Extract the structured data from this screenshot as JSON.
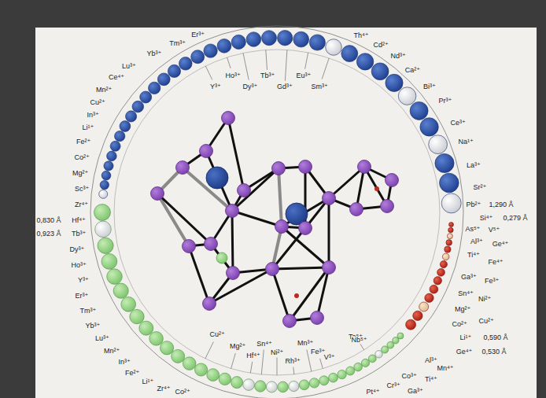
{
  "diagram": {
    "labels": [
      "Th⁴⁺",
      "Cd²⁺",
      "Nd³⁺",
      "Ca²⁺",
      "Bi³⁺",
      "Pr³⁺",
      "Ce³⁺",
      "Na¹⁺",
      "La³⁺",
      "Sr²⁺",
      "Pb²⁺",
      "1,290 Å",
      "Si⁴⁺",
      "0,279 Å",
      "As⁵⁺",
      "V⁵⁺",
      "Al³⁺",
      "Ge⁴⁺",
      "Ti⁴⁺",
      "Fe⁴⁺",
      "Ga³⁺",
      "Fe³⁺",
      "Sn⁴⁺",
      "Ni²⁺",
      "Mg²⁺",
      "Cu²⁺",
      "Co²⁺",
      "Li¹⁺",
      "0,590 Å",
      "Ge⁴⁺",
      "0,530 Å",
      "Al³⁺",
      "Mn⁴⁺",
      "Ti⁴⁺",
      "Co³⁺",
      "Cr³⁺",
      "Ga³⁺",
      "Pt⁴⁺",
      "Cu²⁺",
      "Mg²⁺",
      "Hf⁴⁺",
      "Sn⁴⁺",
      "Ni²⁺",
      "Rh³⁺",
      "Mn³⁺",
      "Fe³⁺",
      "V³⁺",
      "Ta⁵⁺",
      "Nb⁵⁺",
      "Co²⁺",
      "Zr⁴⁺",
      "Li¹⁺",
      "Fe²⁺",
      "In³⁺",
      "Mn²⁺",
      "Lu³⁺",
      "Yb³⁺",
      "Tm³⁺",
      "Er³⁺",
      "Y³⁺",
      "Ho³⁺",
      "Dy³⁺",
      "Tb³⁺",
      "0,923 Å",
      "Hf⁴⁺",
      "0,830 Å",
      "Zr⁴⁺",
      "Sc³⁺",
      "Mg²⁺",
      "Co²⁺",
      "Fe²⁺",
      "Li¹⁺",
      "In³⁺",
      "Cu²⁺",
      "Mn²⁺",
      "Ce⁴⁺",
      "Lu³⁺",
      "Yb³⁺",
      "Tm³⁺",
      "Er³⁺",
      "Y³⁺",
      "Ho³⁺",
      "Dy³⁺",
      "Tb³⁺",
      "Gd³⁺",
      "Eu³⁺",
      "Sm³⁺"
    ]
  }
}
